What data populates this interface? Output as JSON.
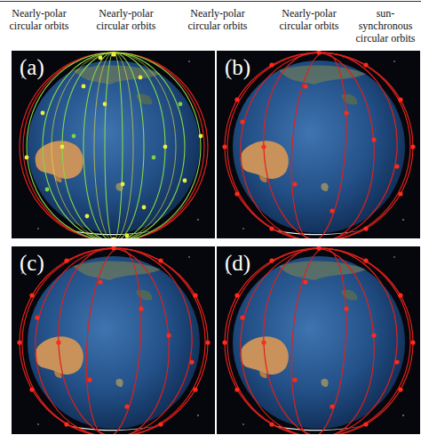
{
  "diagram": {
    "nodes": [
      {
        "text": [
          "(a)"
        ]
      },
      {
        "text": [
          "(b)"
        ]
      },
      {
        "text": [
          "(c)"
        ]
      },
      {
        "text": [
          "(d)"
        ]
      }
    ],
    "labels": [
      "Nearly-polar circular orbits",
      "Nearly-polar circular orbits",
      "Nearly-polar circular orbits",
      "Nearly-polar circular orbits",
      "sun-synchronous circular orbits"
    ]
  }
}
